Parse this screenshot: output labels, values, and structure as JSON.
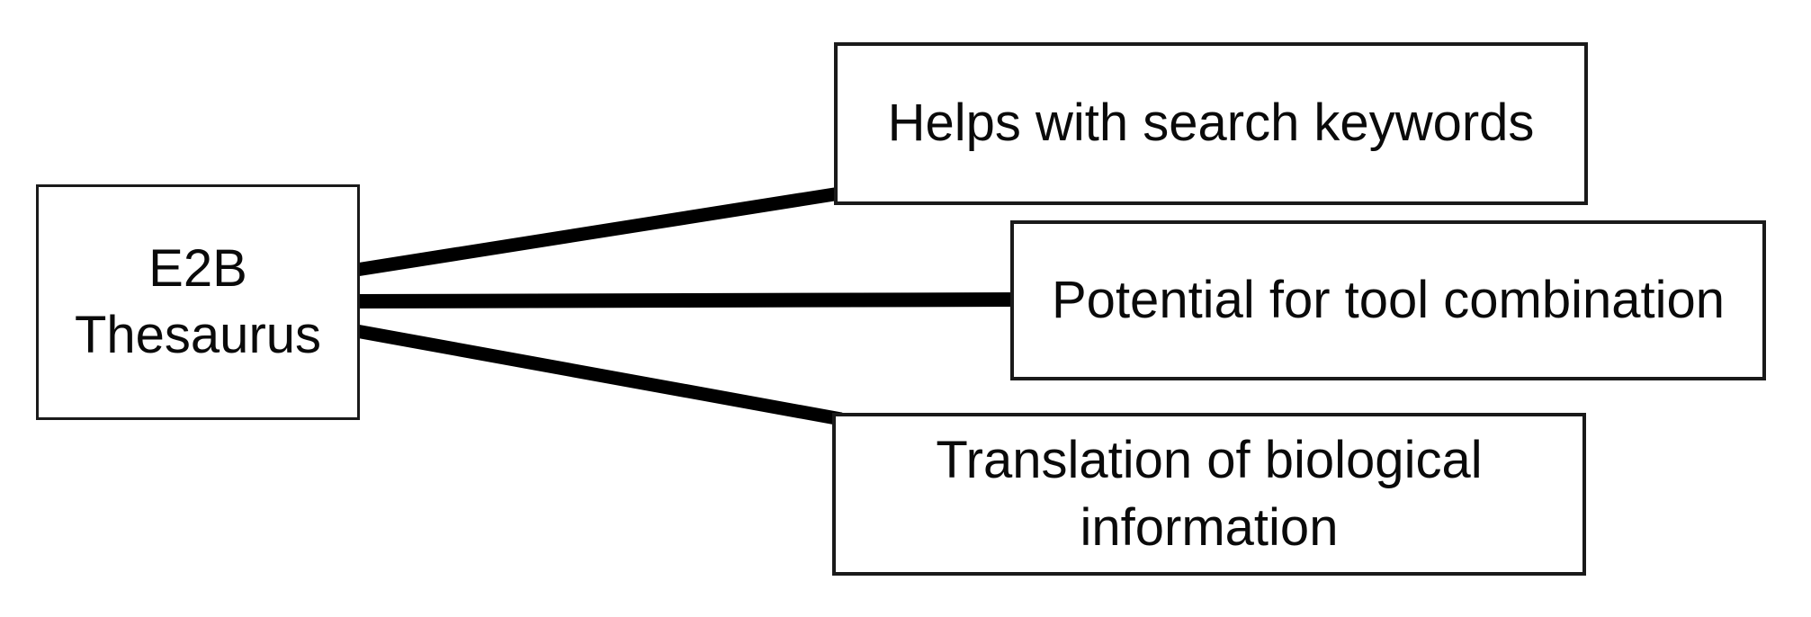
{
  "diagram": {
    "background_color": "#ffffff",
    "box_border_color": "#1a1a1a",
    "connector_color": "#000000",
    "nodes": {
      "root": {
        "id": "e2b-thesaurus",
        "label": "E2B\nThesaurus"
      },
      "benefit_keywords": {
        "id": "helps-with-search-keywords",
        "label": "Helps with search keywords"
      },
      "benefit_combination": {
        "id": "potential-for-tool-combination",
        "label": "Potential for tool combination"
      },
      "benefit_translation": {
        "id": "translation-of-biological-information",
        "label": "Translation of biological\ninformation"
      }
    },
    "edges": [
      {
        "from": "e2b-thesaurus",
        "to": "helps-with-search-keywords"
      },
      {
        "from": "e2b-thesaurus",
        "to": "potential-for-tool-combination"
      },
      {
        "from": "e2b-thesaurus",
        "to": "translation-of-biological-information"
      }
    ]
  }
}
